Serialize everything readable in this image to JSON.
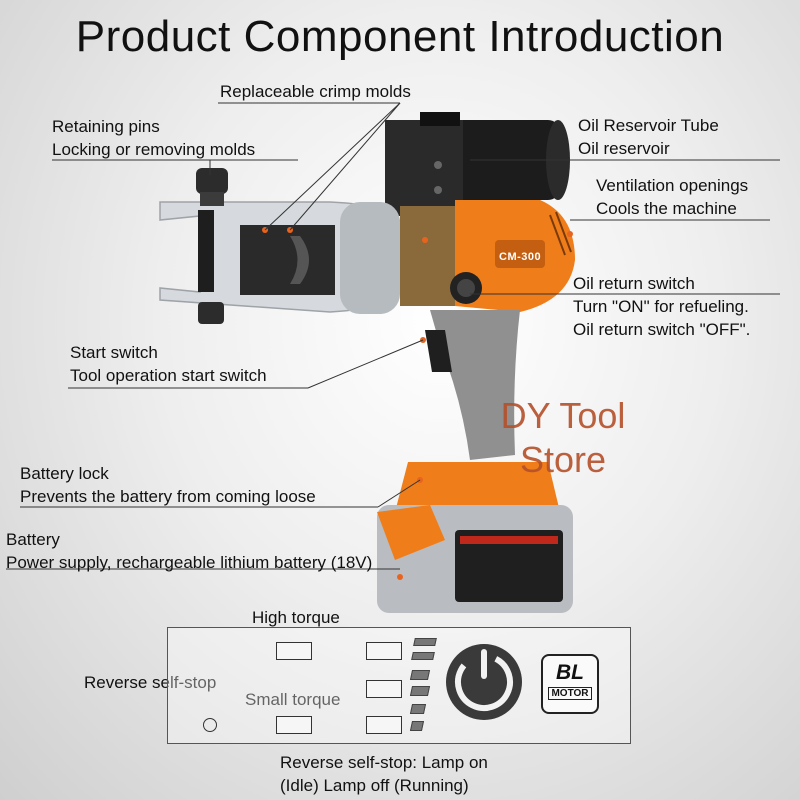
{
  "title": "Product Component Introduction",
  "watermark": {
    "line1": "DY Tool",
    "line2": "Store"
  },
  "device_text": {
    "model": "CM-300"
  },
  "labels": {
    "molds": "Replaceable crimp molds",
    "pins_title": "Retaining pins",
    "pins_desc": "Locking or removing molds",
    "reservoir_title": "Oil Reservoir Tube",
    "reservoir_desc": "Oil reservoir",
    "vent_title": "Ventilation openings",
    "vent_desc": "Cools the machine",
    "return_title": "Oil return switch",
    "return_desc1": "Turn \"ON\" for refueling.",
    "return_desc2": "Oil return switch \"OFF\".",
    "start_title": "Start switch",
    "start_desc": "Tool operation start switch",
    "lock_title": "Battery lock",
    "lock_desc": "Prevents the battery from coming loose",
    "battery_title": "Battery",
    "battery_desc": "Power supply, rechargeable lithium battery (18V)"
  },
  "panel": {
    "high_torque": "High torque",
    "reverse": "Reverse self-stop",
    "small_torque": "Small torque",
    "badge_top": "BL",
    "badge_bottom": "MOTOR",
    "caption1": "Reverse self-stop: Lamp on",
    "caption2": "(Idle) Lamp off (Running)"
  },
  "colors": {
    "accent": "#ef7d1a",
    "marker": "#e8641e",
    "body": "#8f8f8f"
  }
}
